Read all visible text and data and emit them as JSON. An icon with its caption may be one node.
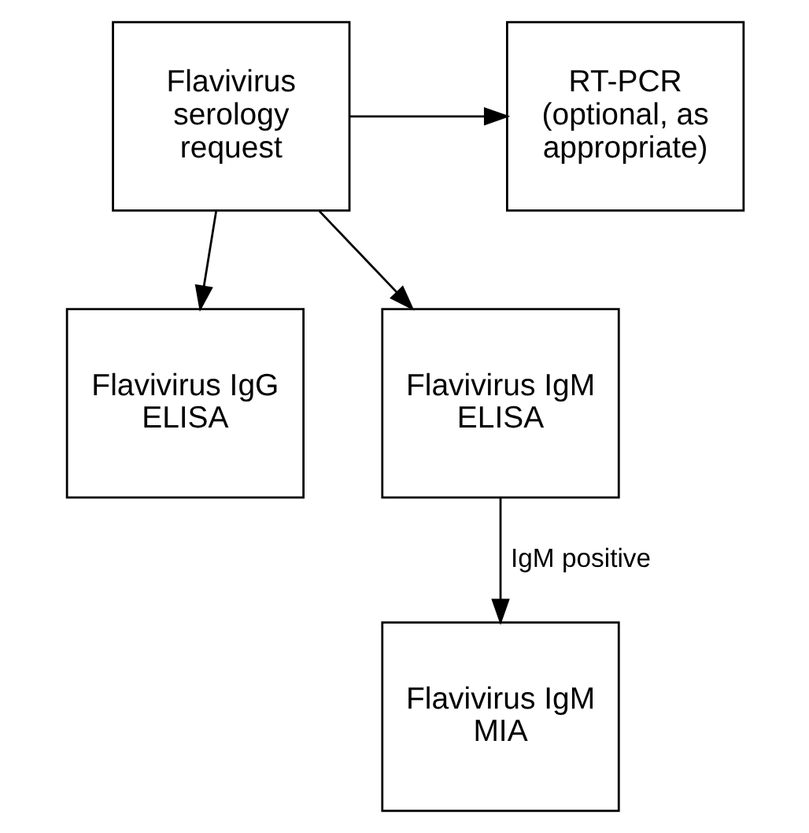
{
  "diagram": {
    "nodes": [
      {
        "text": [
          "Flavivirus serology request"
        ]
      },
      {
        "text": [
          "RT-PCR (optional, as appropriate)"
        ]
      },
      {
        "text": [
          "Flavivirus IgG ELISA"
        ]
      },
      {
        "text": [
          "Flavivirus IgM ELISA"
        ]
      },
      {
        "text": [
          "Flavivirus IgM MIA"
        ]
      }
    ],
    "edges": [
      {
        "from": 0,
        "to": 1,
        "arrow": "to"
      },
      {
        "from": 0,
        "to": 2,
        "arrow": "to"
      },
      {
        "from": 0,
        "to": 3,
        "arrow": "to"
      },
      {
        "from": 3,
        "to": 4,
        "arrow": "to",
        "label": "IgM positive"
      }
    ]
  }
}
